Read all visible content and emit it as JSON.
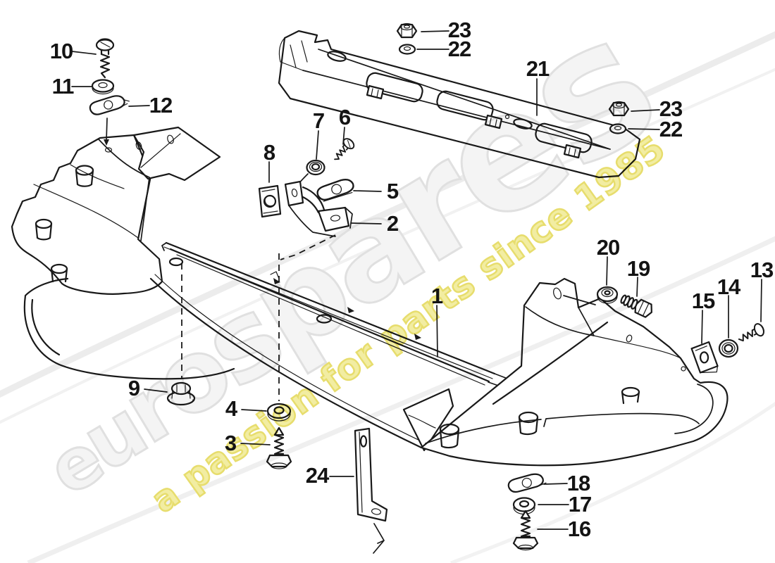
{
  "page": {
    "type": "exploded-parts-diagram",
    "subject": "front spoiler / bumper mounting"
  },
  "diagram": {
    "line_color": "#191919",
    "background": "#ffffff"
  },
  "watermark": {
    "brand": "eurospares",
    "brand_letters": [
      "e",
      "u",
      "r",
      "o",
      "s",
      "p",
      "a",
      "r",
      "e",
      "s"
    ],
    "tagline": "a passion for parts since 1985",
    "colors": {
      "brand_fill": "#f4f4f4",
      "brand_outline": "#e0e0e0",
      "tagline_fill": "#f2eda2",
      "tagline_outline": "#e7dd6d"
    }
  },
  "callouts": [
    {
      "id": "callout-10",
      "num": "10"
    },
    {
      "id": "callout-11",
      "num": "11"
    },
    {
      "id": "callout-12",
      "num": "12"
    },
    {
      "id": "callout-23-top",
      "num": "23"
    },
    {
      "id": "callout-22-top",
      "num": "22"
    },
    {
      "id": "callout-21",
      "num": "21"
    },
    {
      "id": "callout-23-right",
      "num": "23"
    },
    {
      "id": "callout-22-right",
      "num": "22"
    },
    {
      "id": "callout-7",
      "num": "7"
    },
    {
      "id": "callout-6",
      "num": "6"
    },
    {
      "id": "callout-8",
      "num": "8"
    },
    {
      "id": "callout-5",
      "num": "5"
    },
    {
      "id": "callout-2",
      "num": "2"
    },
    {
      "id": "callout-1",
      "num": "1"
    },
    {
      "id": "callout-20",
      "num": "20"
    },
    {
      "id": "callout-19",
      "num": "19"
    },
    {
      "id": "callout-13",
      "num": "13"
    },
    {
      "id": "callout-14",
      "num": "14"
    },
    {
      "id": "callout-15",
      "num": "15"
    },
    {
      "id": "callout-9",
      "num": "9"
    },
    {
      "id": "callout-4",
      "num": "4"
    },
    {
      "id": "callout-3",
      "num": "3"
    },
    {
      "id": "callout-24",
      "num": "24"
    },
    {
      "id": "callout-18",
      "num": "18"
    },
    {
      "id": "callout-17",
      "num": "17"
    },
    {
      "id": "callout-16",
      "num": "16"
    }
  ]
}
